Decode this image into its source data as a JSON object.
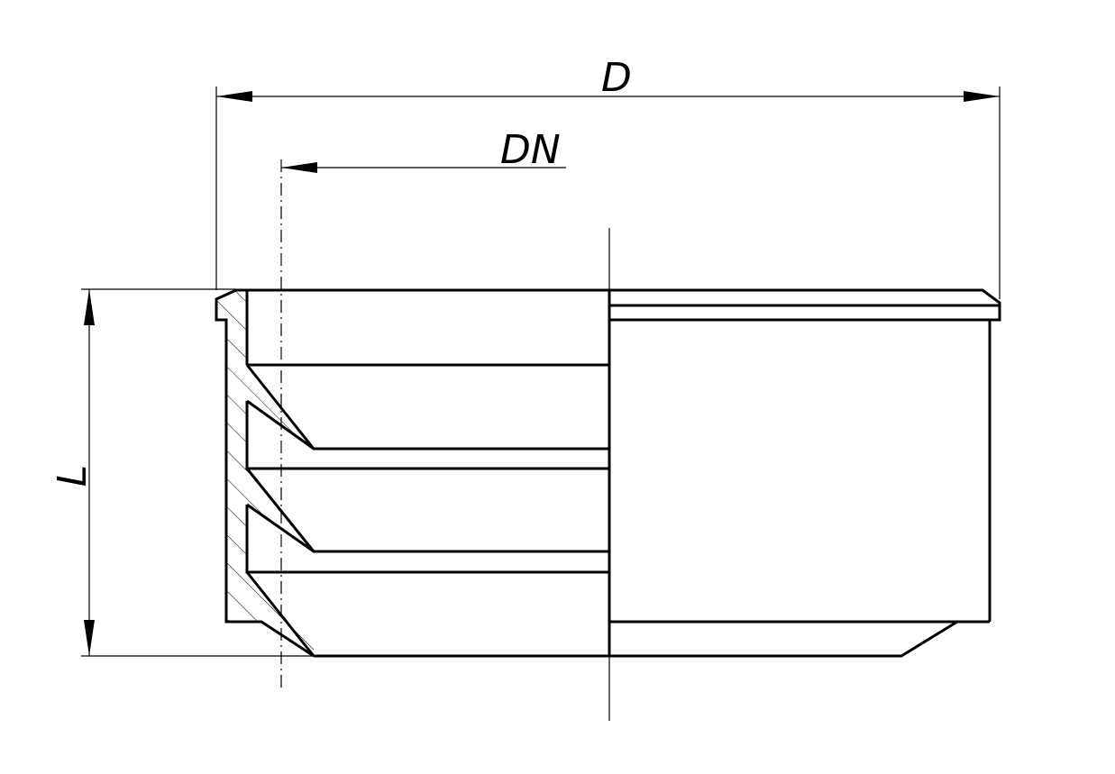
{
  "labels": {
    "outer_diameter": "D",
    "nominal_diameter": "DN",
    "length": "L"
  },
  "colors": {
    "line": "#000000",
    "background": "#ffffff"
  }
}
